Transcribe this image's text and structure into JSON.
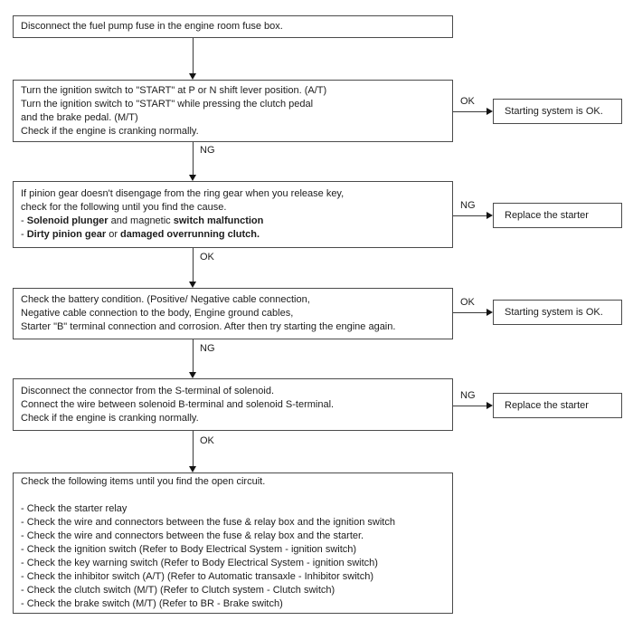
{
  "steps": {
    "step1": {
      "lines": [
        "Disconnect the fuel pump fuse in the engine room fuse box."
      ]
    },
    "step2": {
      "lines": [
        "Turn the ignition switch to \"START\" at P or N shift lever position. (A/T)",
        "Turn the ignition switch to \"START\" while pressing the clutch pedal",
        "and the brake pedal. (M/T)",
        "Check if the engine is cranking normally."
      ]
    },
    "step3": {
      "line1": "If pinion gear doesn't disengage from the ring gear when you release key,",
      "line2": "check for the following until you find the cause.",
      "line3_prefix": "- ",
      "line3_bold1": "Solenoid plunger",
      "line3_mid": " and magnetic ",
      "line3_bold2": "switch malfunction",
      "line4_prefix": "- ",
      "line4_bold1": "Dirty pinion gear",
      "line4_mid": " or ",
      "line4_bold2": "damaged overrunning clutch."
    },
    "step4": {
      "lines": [
        "Check the battery condition. (Positive/ Negative cable connection,",
        "Negative cable connection to the body, Engine ground cables,",
        "Starter \"B\" terminal connection and corrosion. After then try starting the engine again."
      ]
    },
    "step5": {
      "lines": [
        "Disconnect the connector from the S-terminal of solenoid.",
        "Connect the wire between solenoid B-terminal and solenoid S-terminal.",
        "Check if the engine is cranking normally."
      ]
    },
    "step6": {
      "lines": [
        "Check the following items until you find the open circuit.",
        "",
        "- Check the starter relay",
        "- Check the wire and connectors between the fuse & relay box and the ignition switch",
        "- Check the wire and connectors between the fuse & relay box and the starter.",
        "- Check the ignition switch (Refer to Body Electrical System - ignition switch)",
        "- Check the key warning switch (Refer to Body Electrical System - ignition switch)",
        "- Check the inhibitor switch (A/T) (Refer to Automatic transaxle - Inhibitor switch)",
        "- Check the clutch switch (M/T) (Refer to Clutch system - Clutch switch)",
        "- Check the brake switch (M/T) (Refer to BR - Brake switch)"
      ]
    }
  },
  "connectors": {
    "v2_label": "NG",
    "v3_label": "OK",
    "v4_label": "NG",
    "v5_label": "OK",
    "h1_label": "OK",
    "h2_label": "NG",
    "h3_label": "OK",
    "h4_label": "NG"
  },
  "results": {
    "r1": "Starting system is OK.",
    "r2": "Replace the starter",
    "r3": "Starting system is OK.",
    "r4": "Replace the starter"
  },
  "colors": {
    "background": "#ffffff",
    "border": "#4b4b4b",
    "text": "#1c1c1c",
    "arrow": "#141414"
  }
}
